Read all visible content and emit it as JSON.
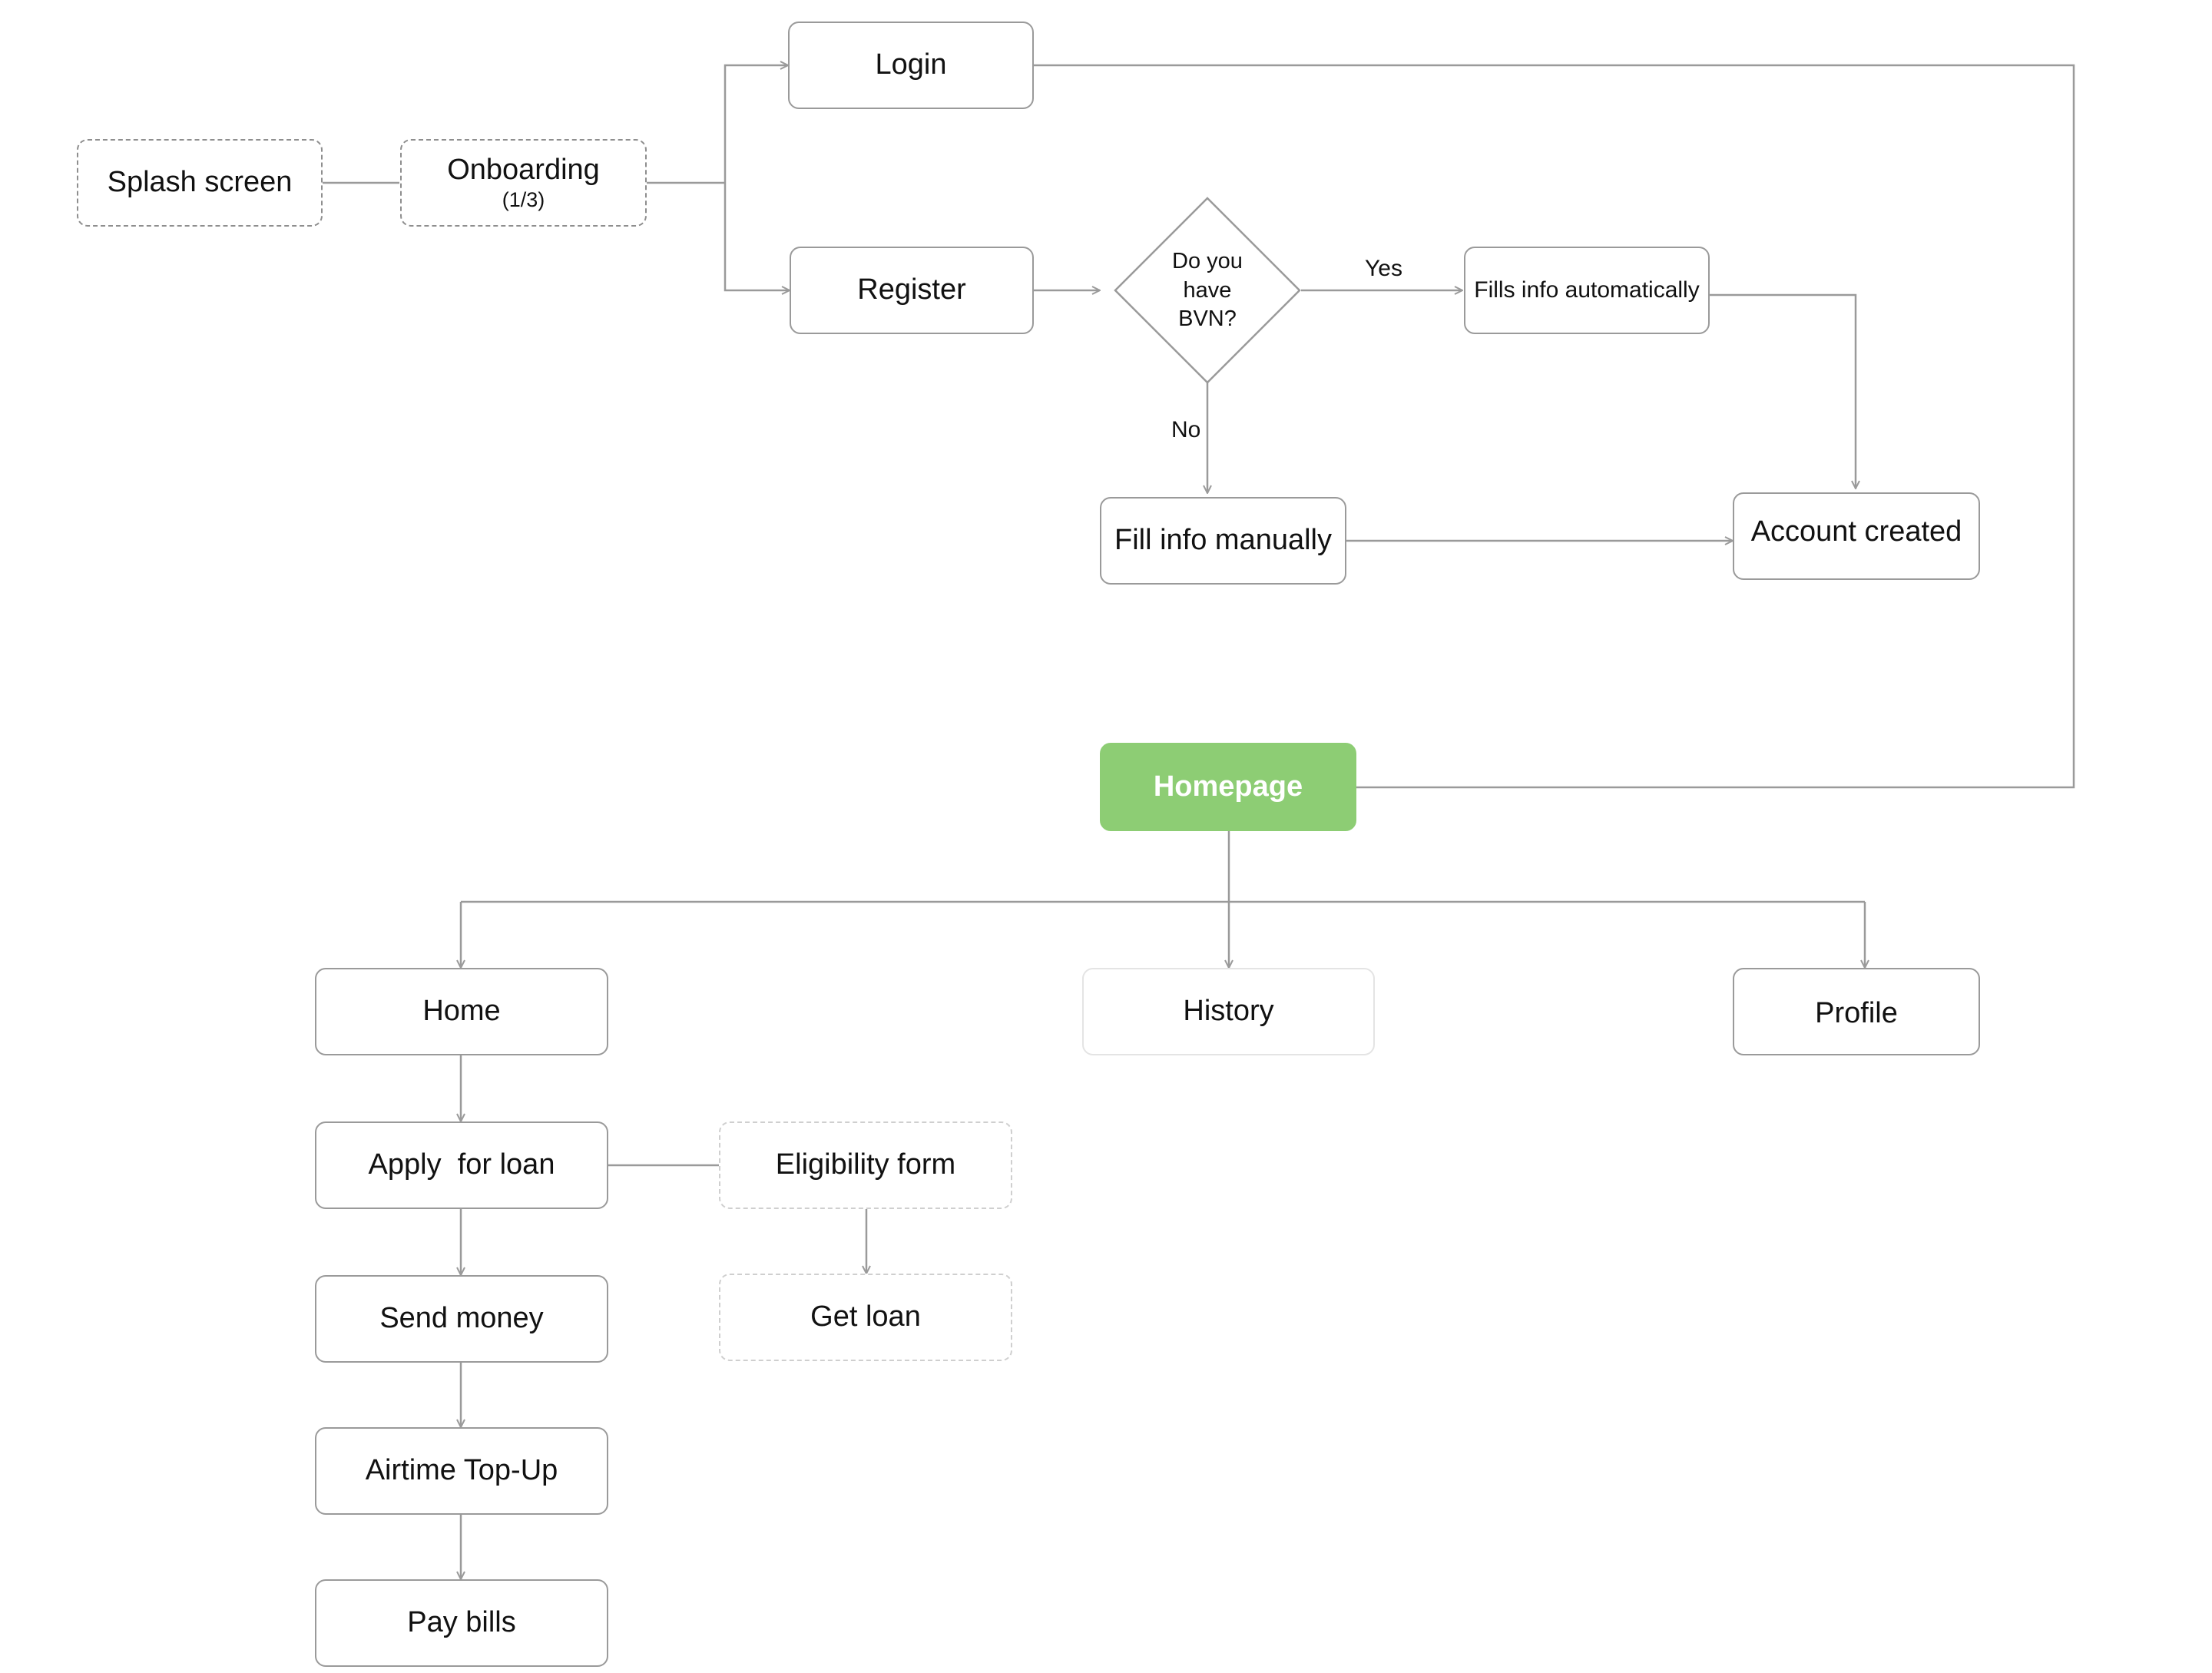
{
  "nodes": {
    "splash": "Splash screen",
    "onboarding": "Onboarding",
    "onboarding_step": "(1/3)",
    "login": "Login",
    "register": "Register",
    "decision_lines": [
      "Do you",
      "have",
      "BVN?"
    ],
    "fills_auto": "Fills info automatically",
    "fill_manual": "Fill info manually",
    "account_created": "Account created",
    "homepage": "Homepage",
    "home": "Home",
    "history": "History",
    "profile": "Profile",
    "apply_loan": "Apply  for loan",
    "eligibility": "Eligibility form",
    "get_loan": "Get loan",
    "send_money": "Send money",
    "airtime": "Airtime Top-Up",
    "pay_bills": "Pay bills"
  },
  "edge_labels": {
    "yes": "Yes",
    "no": "No"
  },
  "colors": {
    "primary": "#8dcd74",
    "line": "#9a9a9a"
  }
}
